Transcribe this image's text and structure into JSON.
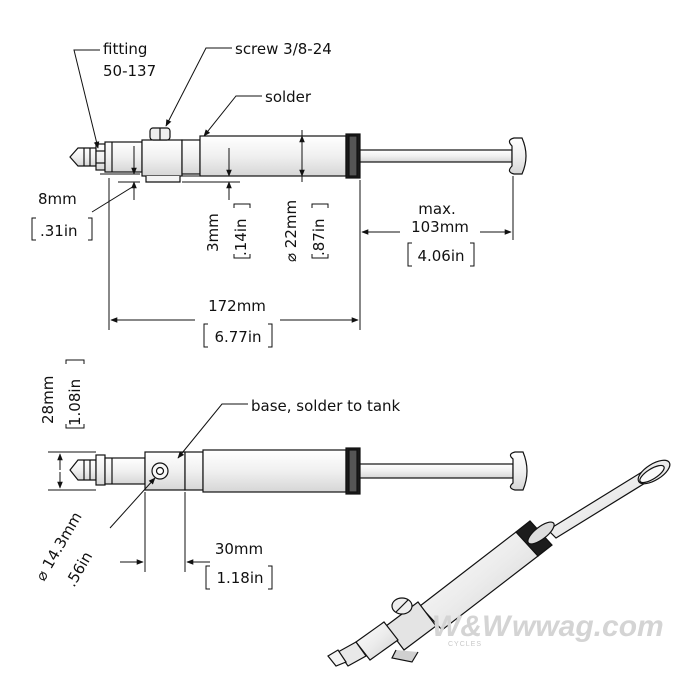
{
  "callouts": {
    "fitting_line1": "fitting",
    "fitting_line2": "50-137",
    "screw": "screw 3/8-24",
    "solder": "solder",
    "base": "base, solder to tank"
  },
  "dimensions": {
    "nozzle_height": {
      "metric": "8mm",
      "imperial": ".31in"
    },
    "offset": {
      "metric": "3mm",
      "imperial": ".14in"
    },
    "diameter": {
      "metric": "⌀ 22mm",
      "imperial": ".87in"
    },
    "stroke": {
      "prefix": "max.",
      "metric": "103mm",
      "imperial": "4.06in"
    },
    "overall_length": {
      "metric": "172mm",
      "imperial": "6.77in"
    },
    "height": {
      "metric": "28mm",
      "imperial": "1.08in"
    },
    "hole_diameter": {
      "metric": "⌀ 14.3mm",
      "imperial": ".56in"
    },
    "base_width": {
      "metric": "30mm",
      "imperial": "1.18in"
    }
  },
  "watermark": {
    "logo": "W&W",
    "site": "wwag.com",
    "tagline": "CYCLES"
  },
  "colors": {
    "line": "#111111",
    "body_light": "#f4f4f4",
    "body_shade": "#dcdcdc",
    "watermark": "#d4d4d4"
  }
}
